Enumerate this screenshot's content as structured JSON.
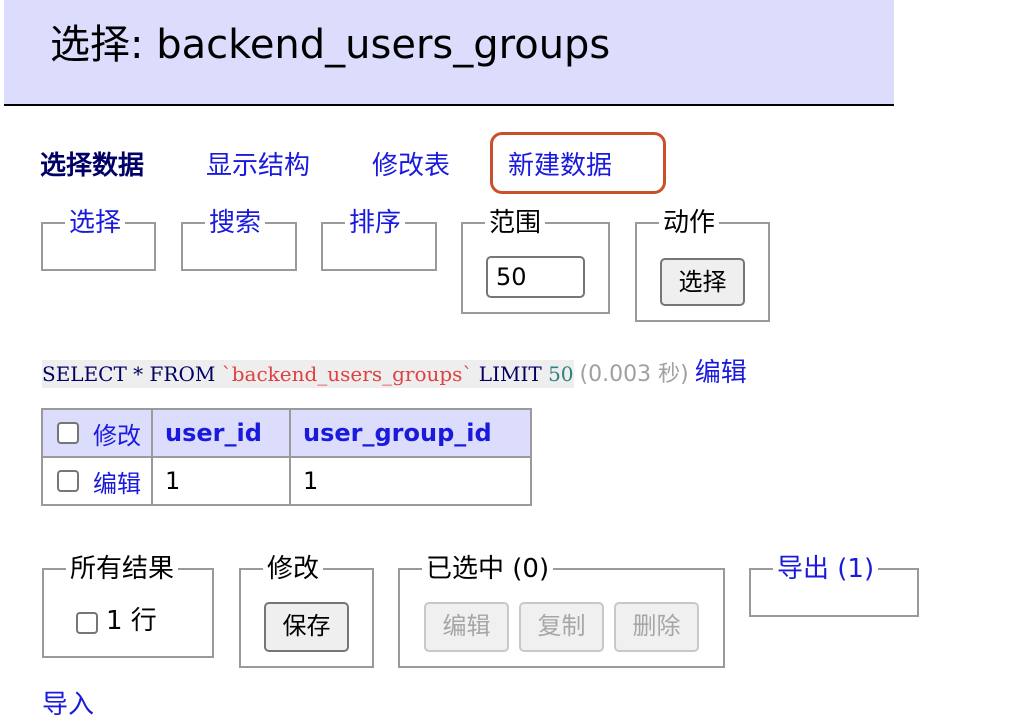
{
  "header": {
    "title": "选择: backend_users_groups"
  },
  "tabs": [
    {
      "label": "选择数据"
    },
    {
      "label": "显示结构"
    },
    {
      "label": "修改表"
    },
    {
      "label": "新建数据"
    }
  ],
  "query_panels": {
    "select": "选择",
    "search": "搜索",
    "sort": "排序",
    "limit_legend": "范围",
    "limit_value": "50",
    "action_legend": "动作",
    "action_button": "选择"
  },
  "sql": {
    "part1": "SELECT * FROM ",
    "table": "`backend_users_groups`",
    "part2": " LIMIT ",
    "limit": "50",
    "time": "(0.003 秒)",
    "edit_link": "编辑"
  },
  "table": {
    "header_edit": "修改",
    "columns": [
      "user_id",
      "user_group_id"
    ],
    "rows": [
      {
        "edit": "编辑",
        "values": [
          "1",
          "1"
        ]
      }
    ]
  },
  "bottom_panels": {
    "all_results_legend": "所有结果",
    "rows_label": "1 行",
    "modify_legend": "修改",
    "save_button": "保存",
    "selected_legend": "已选中 (0)",
    "edit_button": "编辑",
    "copy_button": "复制",
    "delete_button": "删除",
    "export_legend": "导出 (1)"
  },
  "footer_link": "导入"
}
